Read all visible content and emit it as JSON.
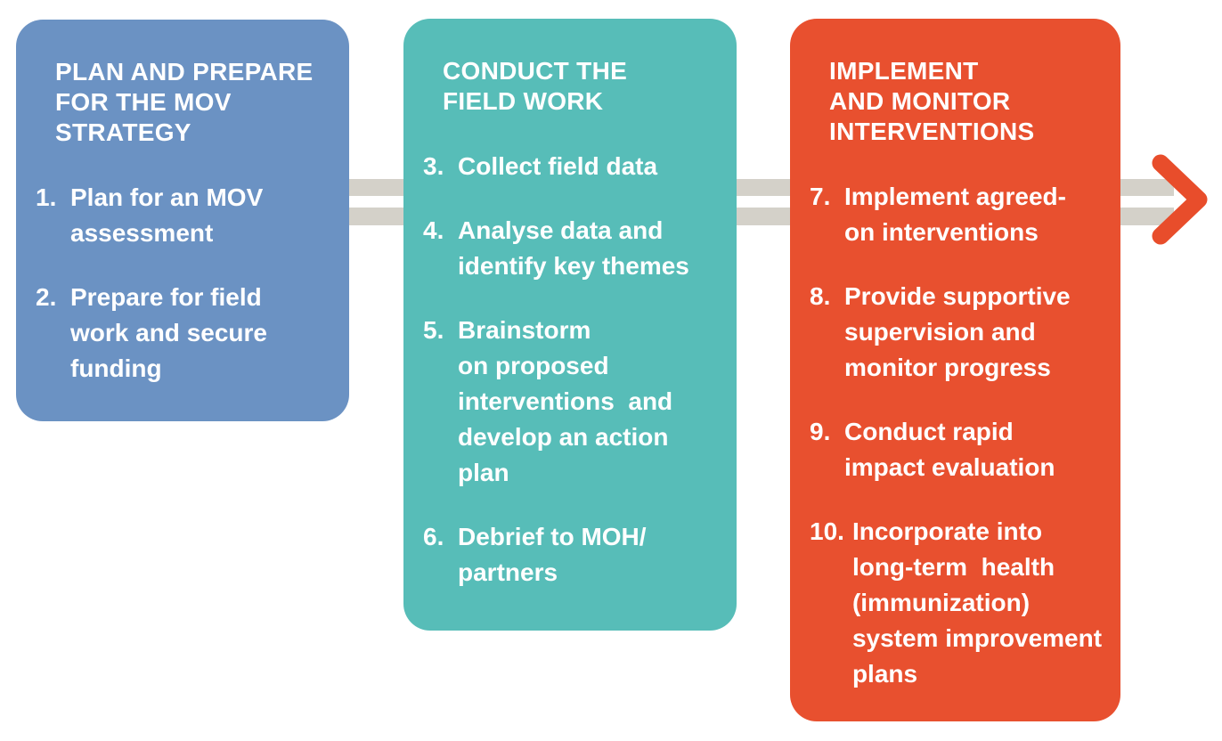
{
  "colors": {
    "background": "#FFFFFF",
    "panel_blue": "#6B92C3",
    "panel_teal": "#57BDB8",
    "panel_orange": "#E8502F",
    "connector_gray": "#D4D1C9",
    "arrow_orange": "#E84D2B",
    "text": "#FFFFFF"
  },
  "icons": {
    "connector": "equals-bars-connector",
    "arrow": "flow-direction-chevron-right"
  },
  "panels": [
    {
      "title": "PLAN AND PREPARE\nFOR THE MOV\nSTRATEGY",
      "items": [
        {
          "num": "1.",
          "text": "Plan for an MOV\nassessment"
        },
        {
          "num": "2.",
          "text": "Prepare for field\nwork and secure\nfunding"
        }
      ]
    },
    {
      "title": "CONDUCT THE\nFIELD WORK",
      "items": [
        {
          "num": "3.",
          "text": "Collect field data"
        },
        {
          "num": "4.",
          "text": "Analyse data and\nidentify key themes"
        },
        {
          "num": "5.",
          "text": "Brainstorm\non proposed\ninterventions  and\ndevelop an action\nplan"
        },
        {
          "num": "6.",
          "text": "Debrief to MOH/\npartners"
        }
      ]
    },
    {
      "title": "IMPLEMENT\nAND MONITOR\nINTERVENTIONS",
      "items": [
        {
          "num": "7.",
          "text": "Implement agreed-\non interventions"
        },
        {
          "num": "8.",
          "text": "Provide supportive\nsupervision and\nmonitor progress"
        },
        {
          "num": "9.",
          "text": "Conduct rapid\nimpact evaluation"
        },
        {
          "num": "10.",
          "text": "Incorporate into\nlong-term  health\n(immunization)\nsystem improvement\nplans"
        }
      ]
    }
  ]
}
